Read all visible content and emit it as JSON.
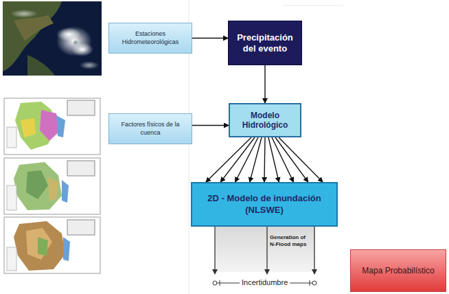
{
  "diagram": {
    "nodes": [
      {
        "text": [
          "Estaciones Hidrometeorológicas"
        ]
      },
      {
        "text": [
          "Precipitación del evento"
        ]
      },
      {
        "text": [
          "Factores físicos de la cuenca"
        ]
      },
      {
        "text": [
          "Modelo Hidrológico"
        ]
      },
      {
        "text": [
          "2D - Modelo de inundación (NLSWE)"
        ]
      },
      {
        "text": [
          "Mapa Probabilístico"
        ]
      }
    ],
    "edges": [
      {
        "from": 0,
        "to": 1,
        "arrow": "to"
      },
      {
        "from": 1,
        "to": 3,
        "arrow": "to"
      },
      {
        "from": 2,
        "to": 3,
        "arrow": "to"
      },
      {
        "from": 3,
        "to": 4,
        "arrow": "to"
      },
      {
        "from": 3,
        "to": 4,
        "arrow": "to"
      },
      {
        "from": 3,
        "to": 4,
        "arrow": "to"
      },
      {
        "from": 3,
        "to": 4,
        "arrow": "to"
      },
      {
        "from": 3,
        "to": 4,
        "arrow": "to"
      },
      {
        "from": 3,
        "to": 4,
        "arrow": "to"
      },
      {
        "from": 3,
        "to": 4,
        "arrow": "to"
      },
      {
        "from": 3,
        "to": 4,
        "arrow": "to"
      },
      {
        "from": 3,
        "to": 4,
        "arrow": "to"
      }
    ],
    "labels": [
      "Generation of N-Flood maps",
      "Incertidumbre"
    ]
  }
}
